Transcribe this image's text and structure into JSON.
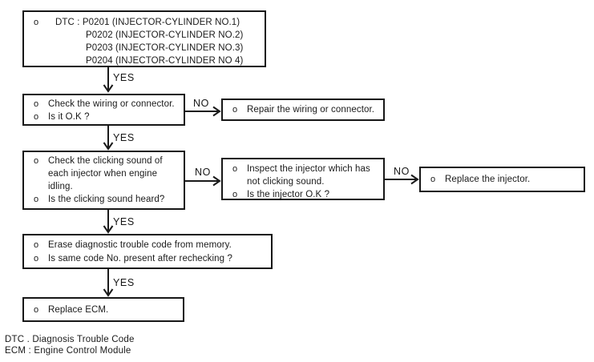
{
  "flowchart": {
    "bullet": "o",
    "start_box": {
      "line1": "DTC : P0201 (INJECTOR-CYLINDER NO.1)",
      "line2": "P0202 (INJECTOR-CYLINDER NO.2)",
      "line3": "P0203 (INJECTOR-CYLINDER NO.3)",
      "line4": "P0204 (INJECTOR-CYLINDER NO 4)"
    },
    "check_wiring_box": {
      "item1": "Check the wiring or connector.",
      "item2": "Is it O.K ?"
    },
    "repair_wiring_box": {
      "item1": "Repair the wiring or connector."
    },
    "check_clicking_box": {
      "item1": "Check the clicking sound of each injector when engine idling.",
      "item2": "Is the clicking sound heard?"
    },
    "inspect_injector_box": {
      "item1": "Inspect the injector which has not clicking sound.",
      "item2": "Is the injector O.K ?"
    },
    "replace_injector_box": {
      "item1": "Replace the injector."
    },
    "erase_code_box": {
      "item1": "Erase diagnostic trouble code from memory.",
      "item2": "Is same code No. present after rechecking ?"
    },
    "replace_ecm_box": {
      "item1": "Replace ECM."
    },
    "labels": {
      "yes": "YES",
      "no": "NO"
    },
    "footnotes": {
      "line1": "DTC . Diagnosis Trouble Code",
      "line2": "ECM : Engine Control Module"
    },
    "colors": {
      "ink": "#1a1a1a",
      "background": "#ffffff"
    }
  }
}
